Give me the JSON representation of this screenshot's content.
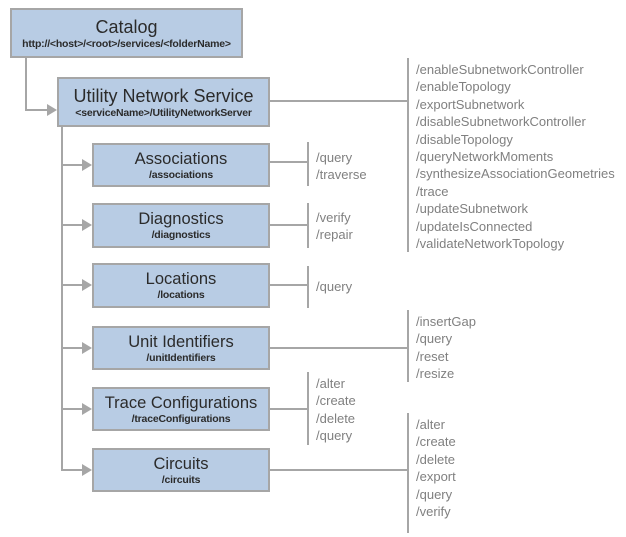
{
  "colors": {
    "box_fill": "#b8cce4",
    "box_border": "#a6a6a6",
    "connector": "#a6a6a6",
    "title_text": "#2b2b2b",
    "op_text": "#808080",
    "bg": "#ffffff"
  },
  "nodes": {
    "catalog": {
      "title": "Catalog",
      "subtitle": "http://<host>/<root>/services/<folderName>"
    },
    "uns": {
      "title": "Utility Network Service",
      "subtitle": "<serviceName>/UtilityNetworkServer"
    },
    "associations": {
      "title": "Associations",
      "subtitle": "/associations"
    },
    "diagnostics": {
      "title": "Diagnostics",
      "subtitle": "/diagnostics"
    },
    "locations": {
      "title": "Locations",
      "subtitle": "/locations"
    },
    "unit_identifiers": {
      "title": "Unit Identifiers",
      "subtitle": "/unitIdentifiers"
    },
    "trace_configurations": {
      "title": "Trace Configurations",
      "subtitle": "/traceConfigurations"
    },
    "circuits": {
      "title": "Circuits",
      "subtitle": "/circuits"
    }
  },
  "operations": {
    "uns": [
      "/enableSubnetworkController",
      "/enableTopology",
      "/exportSubnetwork",
      "/disableSubnetworkController",
      "/disableTopology",
      "/queryNetworkMoments",
      "/synthesizeAssociationGeometries",
      "/trace",
      "/updateSubnetwork",
      "/updateIsConnected",
      "/validateNetworkTopology"
    ],
    "associations": [
      "/query",
      "/traverse"
    ],
    "diagnostics": [
      "/verify",
      "/repair"
    ],
    "locations": [
      "/query"
    ],
    "unit_identifiers": [
      "/insertGap",
      "/query",
      "/reset",
      "/resize"
    ],
    "trace_configurations": [
      "/alter",
      "/create",
      "/delete",
      "/query"
    ],
    "circuits": [
      "/alter",
      "/create",
      "/delete",
      "/export",
      "/query",
      "/verify"
    ]
  }
}
